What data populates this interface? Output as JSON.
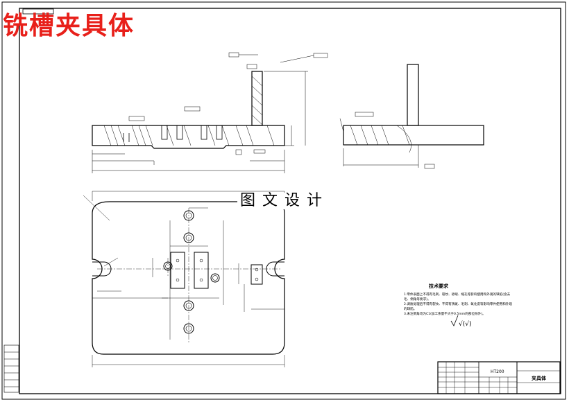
{
  "title": "铣槽夹具体",
  "watermark": "图文设计",
  "tech_requirements": {
    "heading": "技术要求",
    "lines": [
      "1.零件表面上不得有毛刺、裂纹、砂眼、缩孔等影响使用和外观的缺陷(含去",
      "毛、倒角等要求)。",
      "2.调质处理后不得有裂纹、不得有锈斑、毛刺、氧化皮等影响零件使用和外观",
      "的缺陷。",
      "3.未注倒角均为C1(加工余量不大于0.5mm的部位除外)。"
    ]
  },
  "roughness_symbol": "√(√)",
  "title_block": {
    "material": "HT200",
    "drawing_name": "夹具体"
  },
  "colors": {
    "title": "#e8201a",
    "lines": "#000000"
  }
}
